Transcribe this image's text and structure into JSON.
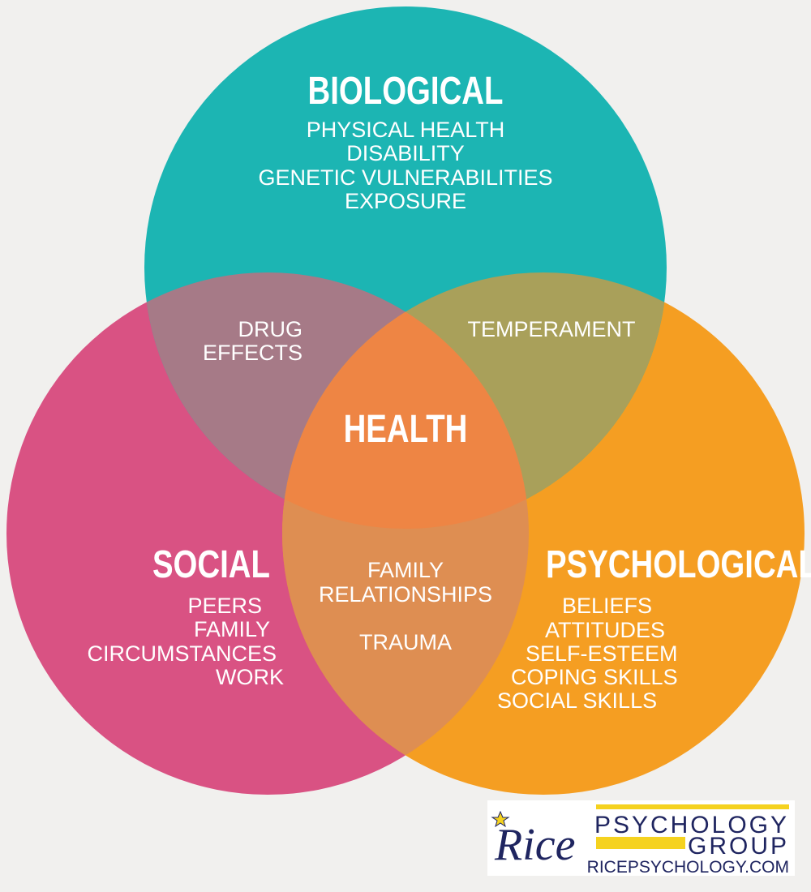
{
  "colors": {
    "biological": "#1cb5b3",
    "social": "#d95283",
    "psychological": "#f59e22",
    "bio_social": "#a67a87",
    "bio_psych": "#a9a05a",
    "social_psych": "#de8e52",
    "center": "#ee8544"
  },
  "biological": {
    "title": "BIOLOGICAL",
    "items": [
      "PHYSICAL HEALTH",
      "DISABILITY",
      "GENETIC VULNERABILITIES",
      "EXPOSURE"
    ]
  },
  "bio_social": {
    "items": [
      "DRUG",
      "EFFECTS"
    ]
  },
  "bio_psych": {
    "items": [
      "TEMPERAMENT"
    ]
  },
  "center": {
    "title": "HEALTH"
  },
  "social": {
    "title": "SOCIAL",
    "items": [
      "PEERS",
      "FAMILY",
      "CIRCUMSTANCES",
      "WORK"
    ]
  },
  "social_psych": {
    "items": [
      "FAMILY",
      "RELATIONSHIPS",
      "TRAUMA"
    ]
  },
  "psychological": {
    "title": "PSYCHOLOGICAL",
    "items": [
      "BELIEFS",
      "ATTITUDES",
      "SELF-ESTEEM",
      "COPING SKILLS",
      "SOCIAL SKILLS"
    ]
  },
  "logo": {
    "script": "Rice",
    "line1": "PSYCHOLOGY",
    "line2": "GROUP",
    "url": "RICEPSYCHOLOGY.COM"
  }
}
